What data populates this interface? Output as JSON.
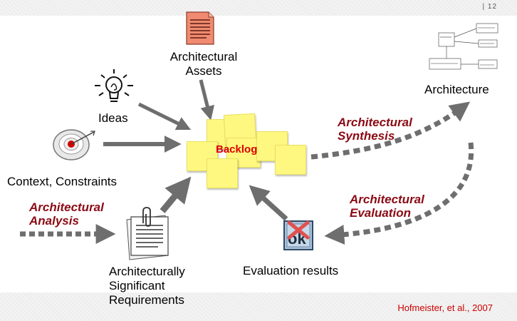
{
  "slide_number": "| 12",
  "citation": "Hofmeister, et al., 2007",
  "nodes": {
    "architectural_assets": [
      "Architectural",
      "Assets"
    ],
    "ideas": "Ideas",
    "context": "Context, Constraints",
    "backlog": "Backlog",
    "architecture": "Architecture",
    "evaluation_results": "Evaluation results",
    "asr": [
      "Architecturally",
      "Significant",
      "Requirements"
    ]
  },
  "activities": {
    "analysis": [
      "Architectural",
      "Analysis"
    ],
    "synthesis": [
      "Architectural",
      "Synthesis"
    ],
    "evaluation": [
      "Architectural",
      "Evaluation"
    ]
  },
  "icons": {
    "assets": "document-icon",
    "ideas": "lightbulb-icon",
    "context": "target-icon",
    "asr": "clipped-papers-icon",
    "evaluation": "ok-stamp-icon",
    "architecture": "uml-diagram-thumbnail"
  },
  "colors": {
    "arrow": "#6e6e6e",
    "activity_text": "#8b0a14",
    "backlog_text": "#dd0000",
    "sticky_note": "#fff880",
    "citation": "#cc0000"
  }
}
